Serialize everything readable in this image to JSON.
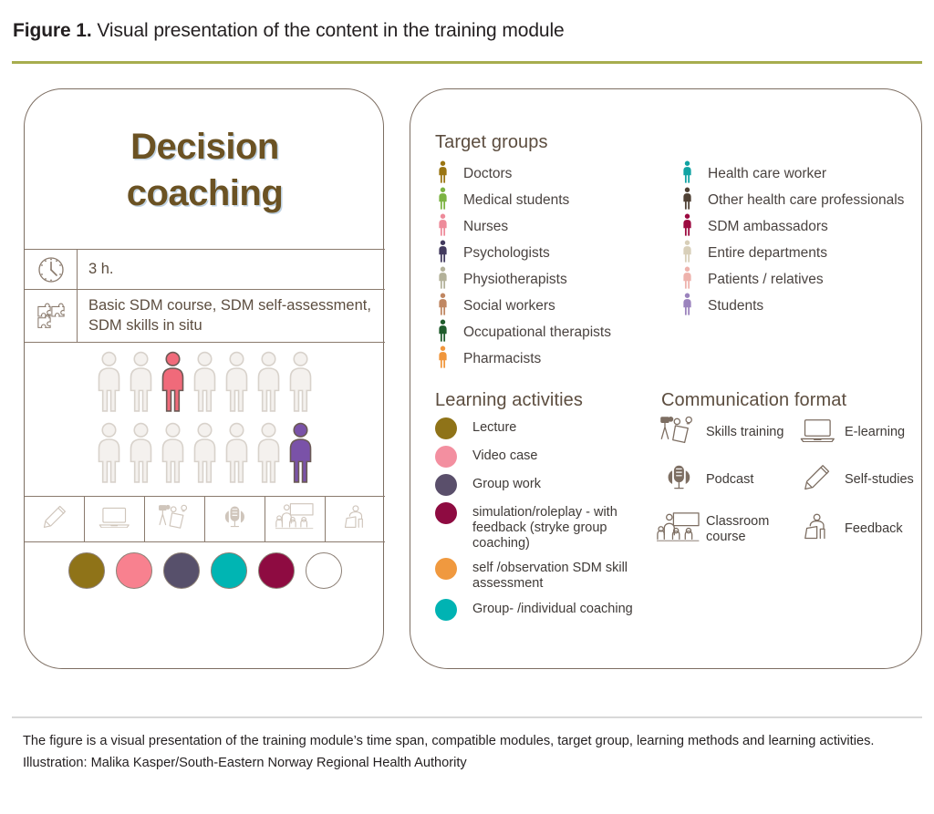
{
  "figure": {
    "number": "Figure 1.",
    "title": "Visual presentation of the content in the training module",
    "rule_color": "#a7ad4e"
  },
  "module_card": {
    "title": "Decision\ncoaching",
    "title_color": "#6b5223",
    "rows": [
      {
        "icon": "clock-icon",
        "value": "3 h."
      },
      {
        "icon": "puzzle-icon",
        "value": "Basic SDM course, SDM self-assessment, SDM skills in situ"
      }
    ],
    "people_grid": {
      "rows": [
        {
          "count": 7,
          "highlight_index": 2,
          "highlight_color": "#f06a7a"
        },
        {
          "count": 7,
          "highlight_index": 6,
          "highlight_color": "#7a52a8"
        }
      ],
      "base_color": "#f4f1ee",
      "base_outline": "#d8d2cb"
    },
    "format_icons": [
      "pencil-icon",
      "laptop-icon",
      "camera-roleplay-icon",
      "podcast-mic-icon",
      "classroom-icon",
      "feedback-icon"
    ],
    "activity_dots": [
      {
        "name": "lecture-dot",
        "color": "#8f7318"
      },
      {
        "name": "video-case-dot",
        "color": "#f8818f"
      },
      {
        "name": "group-work-dot",
        "color": "#57506b"
      },
      {
        "name": "coaching-dot",
        "color": "#00b5b3"
      },
      {
        "name": "simulation-dot",
        "color": "#8e0b41"
      },
      {
        "name": "empty-dot",
        "color": "#ffffff"
      }
    ]
  },
  "target_groups": {
    "heading": "Target groups",
    "column_1": [
      {
        "label": "Doctors",
        "color": "#9a7512"
      },
      {
        "label": "Medical students",
        "color": "#7cb342"
      },
      {
        "label": "Nurses",
        "color": "#ee8b9a"
      },
      {
        "label": "Psychologists",
        "color": "#423a5e"
      },
      {
        "label": "Physiotherapists",
        "color": "#b3b199"
      },
      {
        "label": "Social workers",
        "color": "#c08762"
      },
      {
        "label": "Occupational therapists",
        "color": "#1f5c2c"
      },
      {
        "label": "Pharmacists",
        "color": "#f0963c"
      }
    ],
    "column_2": [
      {
        "label": "Health care worker",
        "color": "#11a3a3"
      },
      {
        "label": "Other health care professionals",
        "color": "#4f4034"
      },
      {
        "label": "SDM ambassadors",
        "color": "#9c0a40"
      },
      {
        "label": "Entire departments",
        "color": "#d8cfb9"
      },
      {
        "label": "Patients / relatives",
        "color": "#eeb2ac"
      },
      {
        "label": "Students",
        "color": "#9b83bd"
      }
    ]
  },
  "learning_activities": {
    "heading": "Learning activities",
    "items": [
      {
        "label": "Lecture",
        "color": "#8f7318"
      },
      {
        "label": "Video case",
        "color": "#f38fa0"
      },
      {
        "label": "Group work",
        "color": "#5a4f6b"
      },
      {
        "label": "simulation/roleplay - with feedback (stryke group coaching)",
        "color": "#8e0b41"
      },
      {
        "label": "self /observation SDM skill assessment",
        "color": "#f0993f"
      },
      {
        "label": "Group- /individual coaching",
        "color": "#00b3b3"
      }
    ]
  },
  "communication_format": {
    "heading": "Communication format",
    "items": [
      {
        "label": "Skills training",
        "icon": "camera-roleplay-icon"
      },
      {
        "label": "E-learning",
        "icon": "laptop-icon"
      },
      {
        "label": "Podcast",
        "icon": "podcast-mic-icon"
      },
      {
        "label": "Self-studies",
        "icon": "pencil-icon"
      },
      {
        "label": "Classroom course",
        "icon": "classroom-icon"
      },
      {
        "label": "Feedback",
        "icon": "feedback-icon"
      }
    ]
  },
  "caption": {
    "text": "The figure is a visual presentation of the training module’s time span, compatible modules, target group, learning methods and learning activities. Illustration: Malika Kasper/South-Eastern Norway Regional Health Authority"
  }
}
